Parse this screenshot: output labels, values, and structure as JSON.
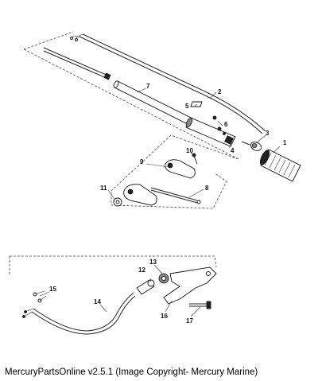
{
  "callouts": [
    "1",
    "2",
    "3",
    "4",
    "5",
    "6",
    "7",
    "8",
    "9",
    "10",
    "11",
    "12",
    "13",
    "14",
    "15",
    "16",
    "17"
  ],
  "caption": "MercuryPartsOnline v2.5.1 (Image Copyright- Mercury Marine)"
}
